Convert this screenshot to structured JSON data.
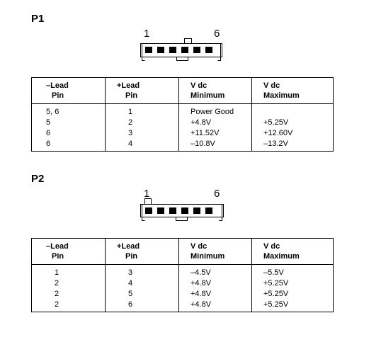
{
  "p1": {
    "title": "P1",
    "pin_first": "1",
    "pin_last": "6",
    "headers": [
      {
        "line1": "–Lead",
        "line2": "Pin"
      },
      {
        "line1": "+Lead",
        "line2": "Pin"
      },
      {
        "line1": "V dc",
        "line2": "Minimum"
      },
      {
        "line1": "V dc",
        "line2": "Maximum"
      }
    ],
    "rows": [
      [
        "5, 6",
        "1",
        "Power Good",
        ""
      ],
      [
        "5",
        "2",
        "+4.8V",
        "+5.25V"
      ],
      [
        "6",
        "3",
        "+11.52V",
        "+12.60V"
      ],
      [
        "6",
        "4",
        "–10.8V",
        "–13.2V"
      ]
    ]
  },
  "p2": {
    "title": "P2",
    "pin_first": "1",
    "pin_last": "6",
    "headers": [
      {
        "line1": "–Lead",
        "line2": "Pin"
      },
      {
        "line1": "+Lead",
        "line2": "Pin"
      },
      {
        "line1": "V dc",
        "line2": "Minimum"
      },
      {
        "line1": "V dc",
        "line2": "Maximum"
      }
    ],
    "rows": [
      [
        "1",
        "3",
        "–4.5V",
        "–5.5V"
      ],
      [
        "2",
        "4",
        "+4.8V",
        "+5.25V"
      ],
      [
        "2",
        "5",
        "+4.8V",
        "+5.25V"
      ],
      [
        "2",
        "6",
        "+4.8V",
        "+5.25V"
      ]
    ]
  }
}
